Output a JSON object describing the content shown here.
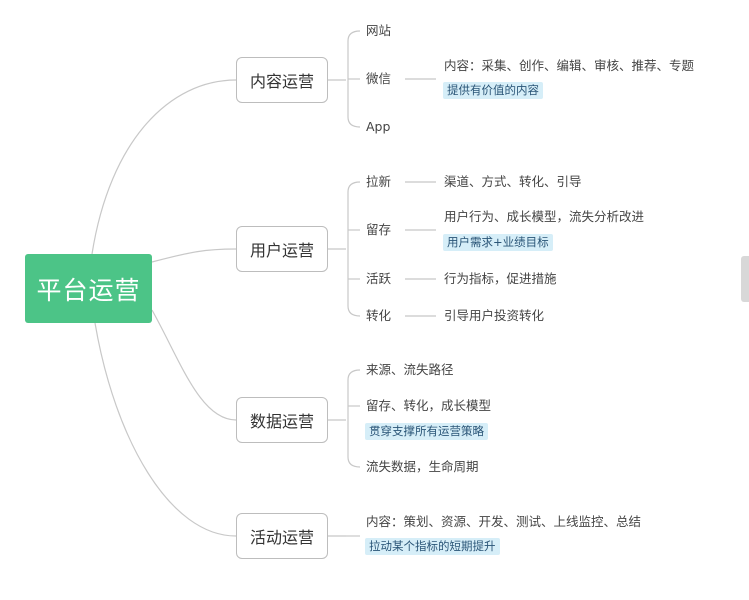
{
  "root": "平台运营",
  "branches": [
    {
      "label": "内容运营",
      "items": [
        {
          "label": "网站"
        },
        {
          "label": "微信",
          "detail": "内容：采集、创作、编辑、审核、推荐、专题",
          "note": "提供有价值的内容"
        },
        {
          "label": "App"
        }
      ]
    },
    {
      "label": "用户运营",
      "items": [
        {
          "label": "拉新",
          "detail": "渠道、方式、转化、引导"
        },
        {
          "label": "留存",
          "detail": "用户行为、成长模型，流失分析改进",
          "note": "用户需求+业绩目标"
        },
        {
          "label": "活跃",
          "detail": "行为指标，促进措施"
        },
        {
          "label": "转化",
          "detail": "引导用户投资转化"
        }
      ]
    },
    {
      "label": "数据运营",
      "items": [
        {
          "label": "来源、流失路径"
        },
        {
          "label": "留存、转化，成长模型",
          "note": "贯穿支撑所有运营策略"
        },
        {
          "label": "流失数据，生命周期"
        }
      ]
    },
    {
      "label": "活动运营",
      "items": [
        {
          "label": "内容：策划、资源、开发、测试、上线监控、总结",
          "note": "拉动某个指标的短期提升"
        }
      ]
    }
  ]
}
